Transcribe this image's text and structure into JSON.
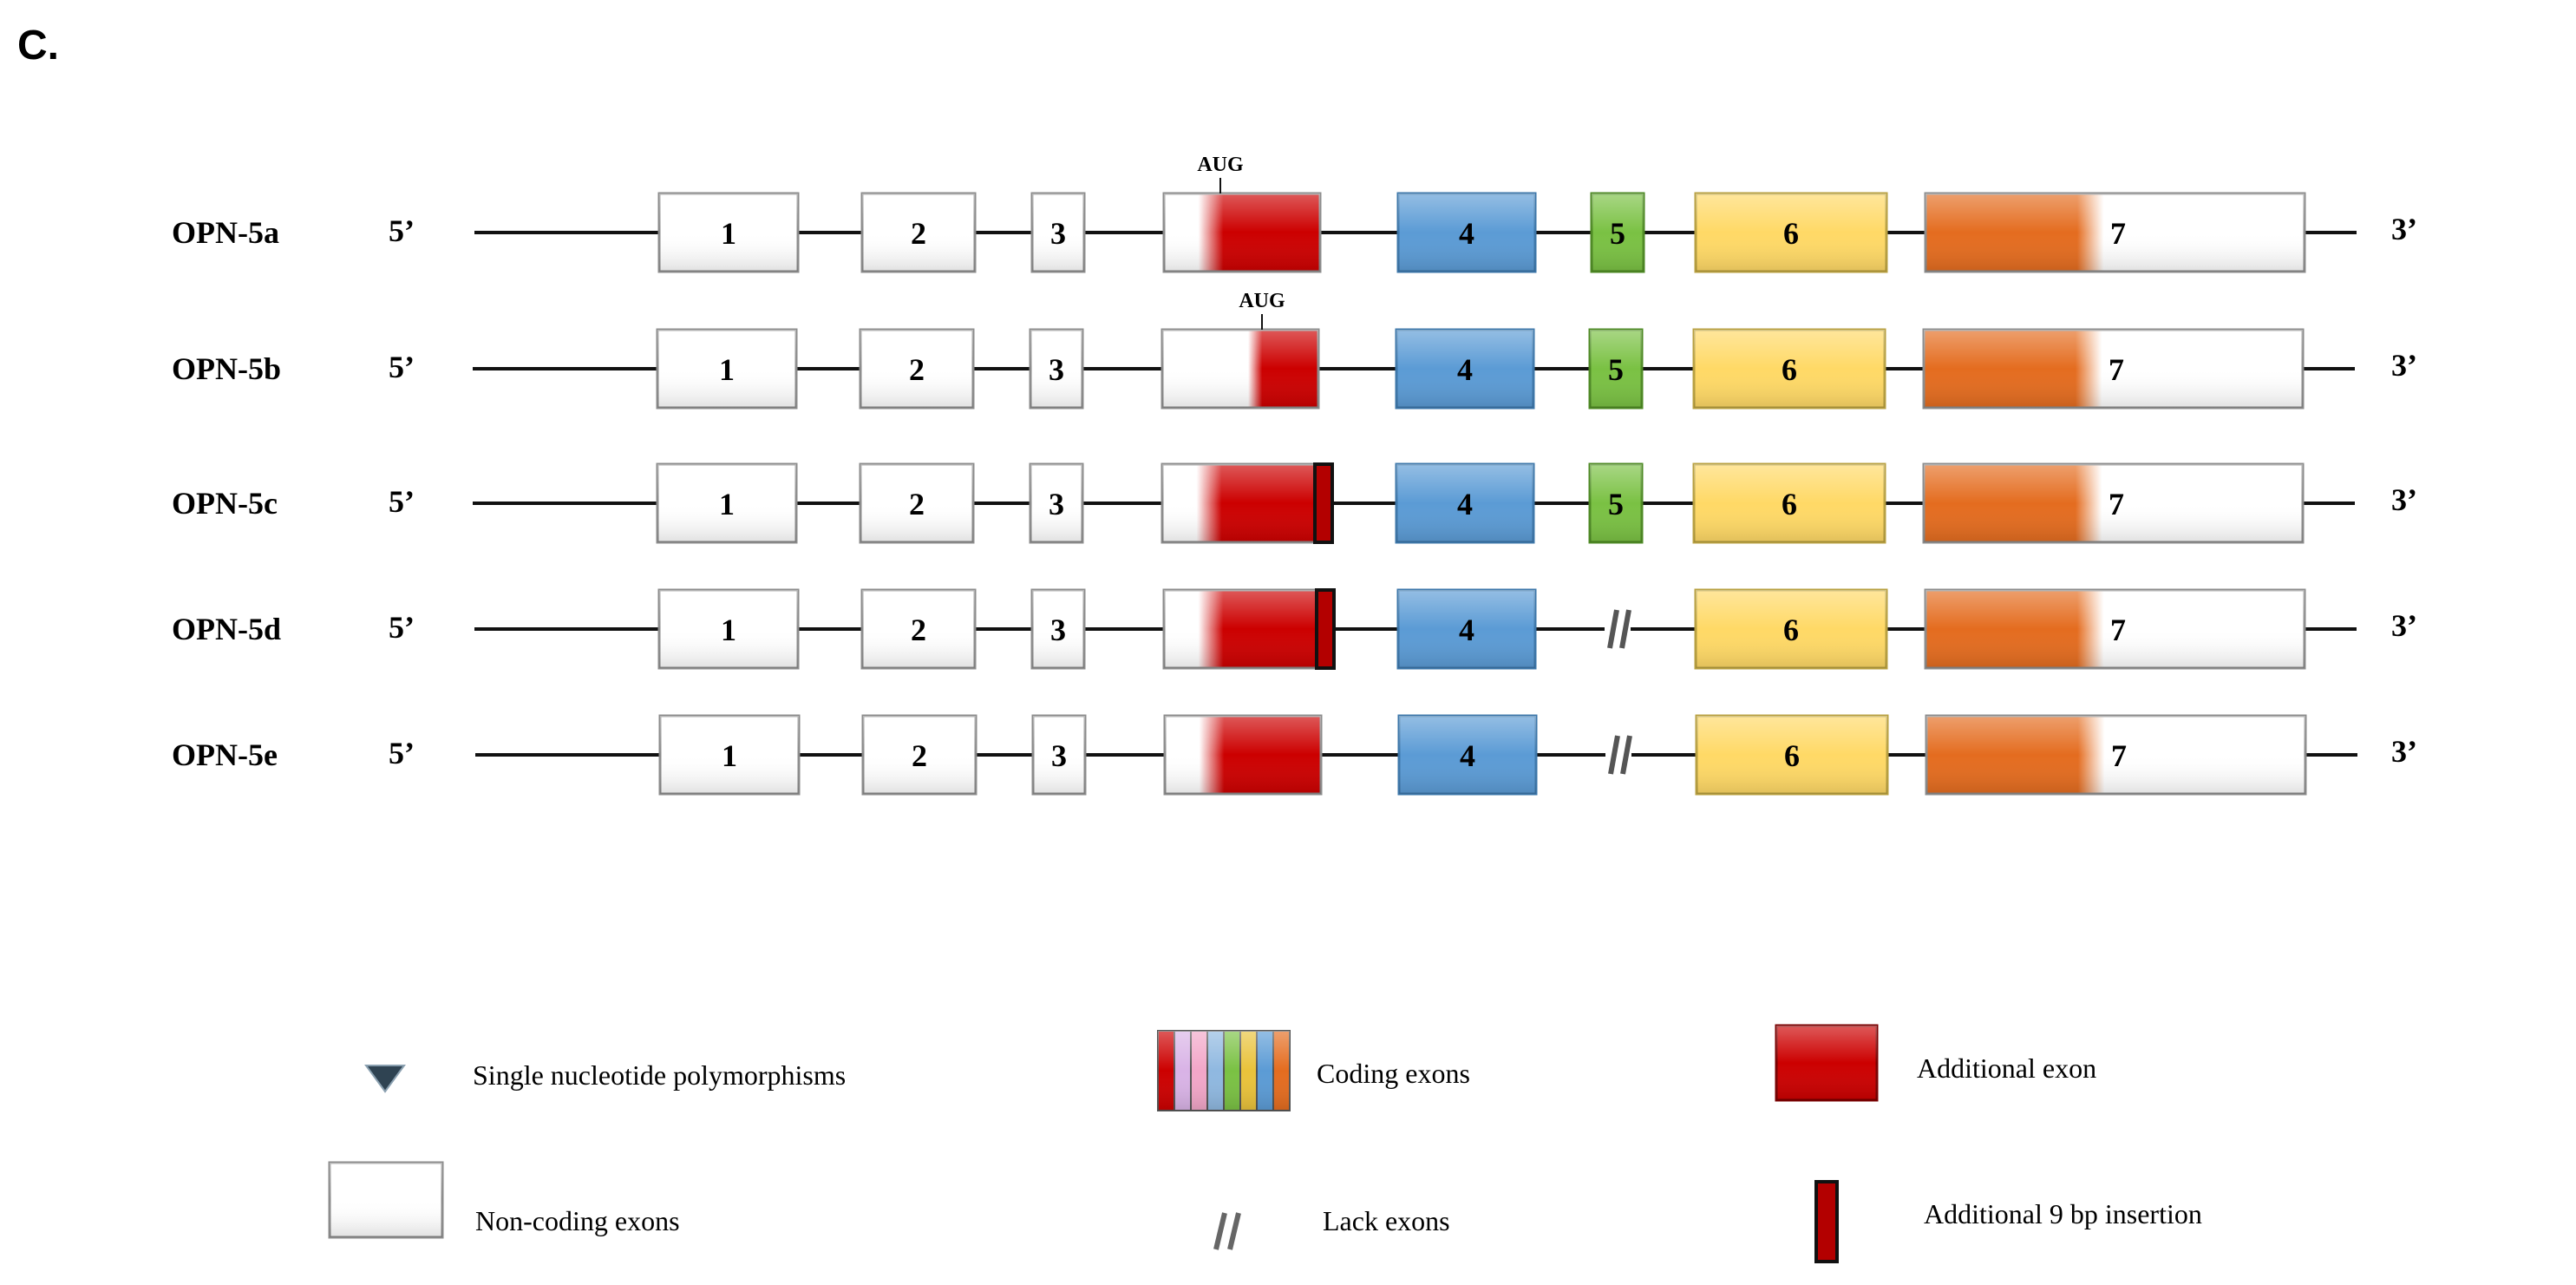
{
  "panel_label": "C.",
  "end_labels": {
    "five_prime": "5’",
    "three_prime": "3’"
  },
  "start_codon_label": "AUG",
  "colors": {
    "noncoding": "#ffffff",
    "additional_exon": "#cc0000",
    "exon4": "#5b9bd5",
    "exon5": "#7ac143",
    "exon6": "#ffd966",
    "exon7": "#e46c1f",
    "insertion": "#b30000",
    "snp": "#2f4352"
  },
  "isoforms": [
    {
      "name": "OPN-5a",
      "exons": [
        "1",
        "2",
        "3",
        "",
        "4",
        "5",
        "6",
        "7"
      ],
      "has_aug": true,
      "aug_variant": "a",
      "has_exon5": true,
      "has_insertion": false
    },
    {
      "name": "OPN-5b",
      "exons": [
        "1",
        "2",
        "3",
        "",
        "4",
        "5",
        "6",
        "7"
      ],
      "has_aug": true,
      "aug_variant": "b",
      "has_exon5": true,
      "has_insertion": false
    },
    {
      "name": "OPN-5c",
      "exons": [
        "1",
        "2",
        "3",
        "",
        "4",
        "5",
        "6",
        "7"
      ],
      "has_aug": false,
      "aug_variant": "",
      "has_exon5": true,
      "has_insertion": true
    },
    {
      "name": "OPN-5d",
      "exons": [
        "1",
        "2",
        "3",
        "",
        "4",
        "",
        "6",
        "7"
      ],
      "has_aug": false,
      "aug_variant": "",
      "has_exon5": false,
      "has_insertion": true
    },
    {
      "name": "OPN-5e",
      "exons": [
        "1",
        "2",
        "3",
        "",
        "4",
        "",
        "6",
        "7"
      ],
      "has_aug": false,
      "aug_variant": "",
      "has_exon5": false,
      "has_insertion": false
    }
  ],
  "legend": {
    "snp": "Single nucleotide polymorphisms",
    "coding": "Coding exons",
    "additional": "Additional exon",
    "noncoding": "Non-coding exons",
    "lack": "Lack exons",
    "insertion": "Additional 9 bp insertion"
  }
}
